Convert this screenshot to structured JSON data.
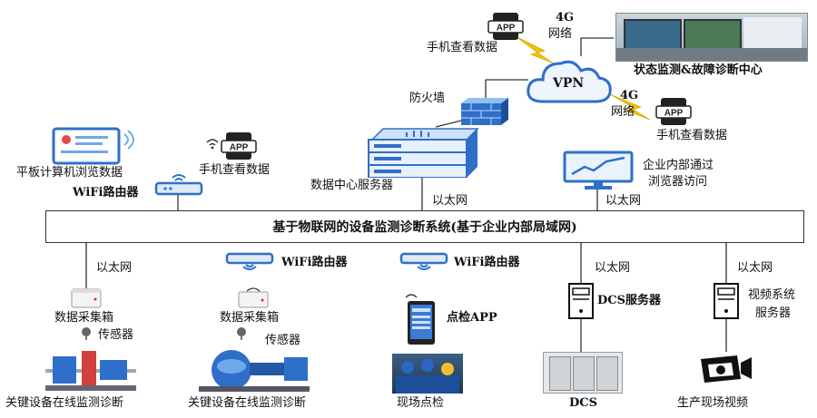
{
  "bus": {
    "label": "基于物联网的设备监测诊断系统(基于企业内部局域网)"
  },
  "top": {
    "phone_top_label": "手机查看数据",
    "net_4g_top": "4G",
    "net_top": "网络",
    "vpn": "VPN",
    "center_label": "状态监测&故障诊断中心",
    "firewall": "防火墙",
    "net_4g_right": "4G",
    "net_right": "网络",
    "phone_right_label": "手机查看数据",
    "app_text": "APP"
  },
  "middle": {
    "tablet_label": "平板计算机浏览数据",
    "wifi_router_top": "WiFi路由器",
    "phone_mid_label": "手机查看数据",
    "server_label": "数据中心服务器",
    "ethernet_server": "以太网",
    "browser_label_1": "企业内部通过",
    "browser_label_2": "浏览器访问",
    "ethernet_browser": "以太网"
  },
  "bottom": {
    "col1": {
      "ethernet": "以太网",
      "box": "数据采集箱",
      "sensor": "传感器",
      "caption": "关键设备在线监测诊断"
    },
    "col2": {
      "wifi": "WiFi路由器",
      "box": "数据采集箱",
      "sensor": "传感器",
      "caption": "关键设备在线监测诊断"
    },
    "col3": {
      "wifi": "WiFi路由器",
      "app": "点检APP",
      "caption": "现场点检"
    },
    "col4": {
      "ethernet": "以太网",
      "server": "DCS服务器",
      "caption": "DCS"
    },
    "col5": {
      "ethernet": "以太网",
      "server_1": "视频系统",
      "server_2": "服务器",
      "caption": "生产现场视频"
    }
  },
  "colors": {
    "device_blue": "#2f6fc9",
    "light_blue": "#6fa8e8",
    "lightning": "#f2c200"
  }
}
